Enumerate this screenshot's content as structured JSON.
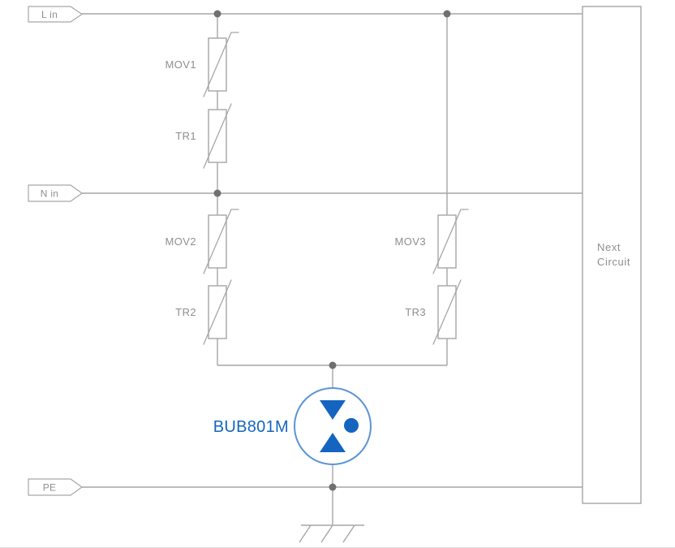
{
  "diagram": {
    "ports": {
      "l_in": {
        "label": "L in"
      },
      "n_in": {
        "label": "N in"
      },
      "pe": {
        "label": "PE"
      }
    },
    "components": {
      "mov1": {
        "label": "MOV1"
      },
      "tr1": {
        "label": "TR1"
      },
      "mov2": {
        "label": "MOV2"
      },
      "tr2": {
        "label": "TR2"
      },
      "mov3": {
        "label": "MOV3"
      },
      "tr3": {
        "label": "TR3"
      },
      "gdt": {
        "label": "BUB801M"
      }
    },
    "next_circuit": {
      "line1": "Next",
      "line2": "Circuit"
    },
    "colors": {
      "wire": "#a6a6a6",
      "label_text": "#8e8e8e",
      "junction": "#707070",
      "accent_blue": "#1565c0",
      "ring_blue": "#5b94d6",
      "background": "#ffffff"
    }
  }
}
